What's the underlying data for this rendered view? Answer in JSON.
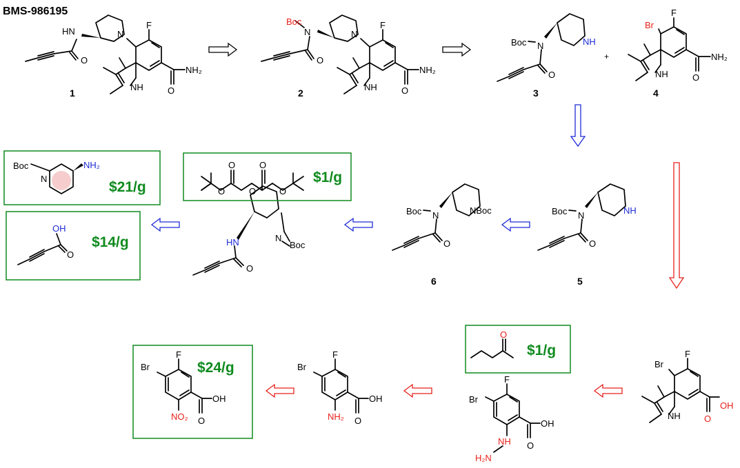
{
  "title": "BMS-986195",
  "compound_labels": {
    "c1": "1",
    "c2": "2",
    "c3": "3",
    "c4": "4",
    "c5": "5",
    "c6": "6"
  },
  "atoms": {
    "HN": "HN",
    "N": "N",
    "F": "F",
    "O": "O",
    "NH": "NH",
    "NH2": "NH₂",
    "Boc": "Boc",
    "Br": "Br",
    "OH": "OH",
    "NBoc": "NBoc",
    "NO2": "NO₂",
    "H2N": "H₂N",
    "NH2_blue": "NH₂",
    "plus": "+"
  },
  "prices": {
    "amine": "$21/g",
    "boc2o": "$1/g",
    "butynoic": "$14/g",
    "butanone": "$1/g",
    "nitro": "$24/g"
  },
  "colors": {
    "price": "#0f8a1e",
    "highlight_red": "#e8211b",
    "highlight_blue": "#1d2bd6",
    "box": "#0f8a1e"
  }
}
